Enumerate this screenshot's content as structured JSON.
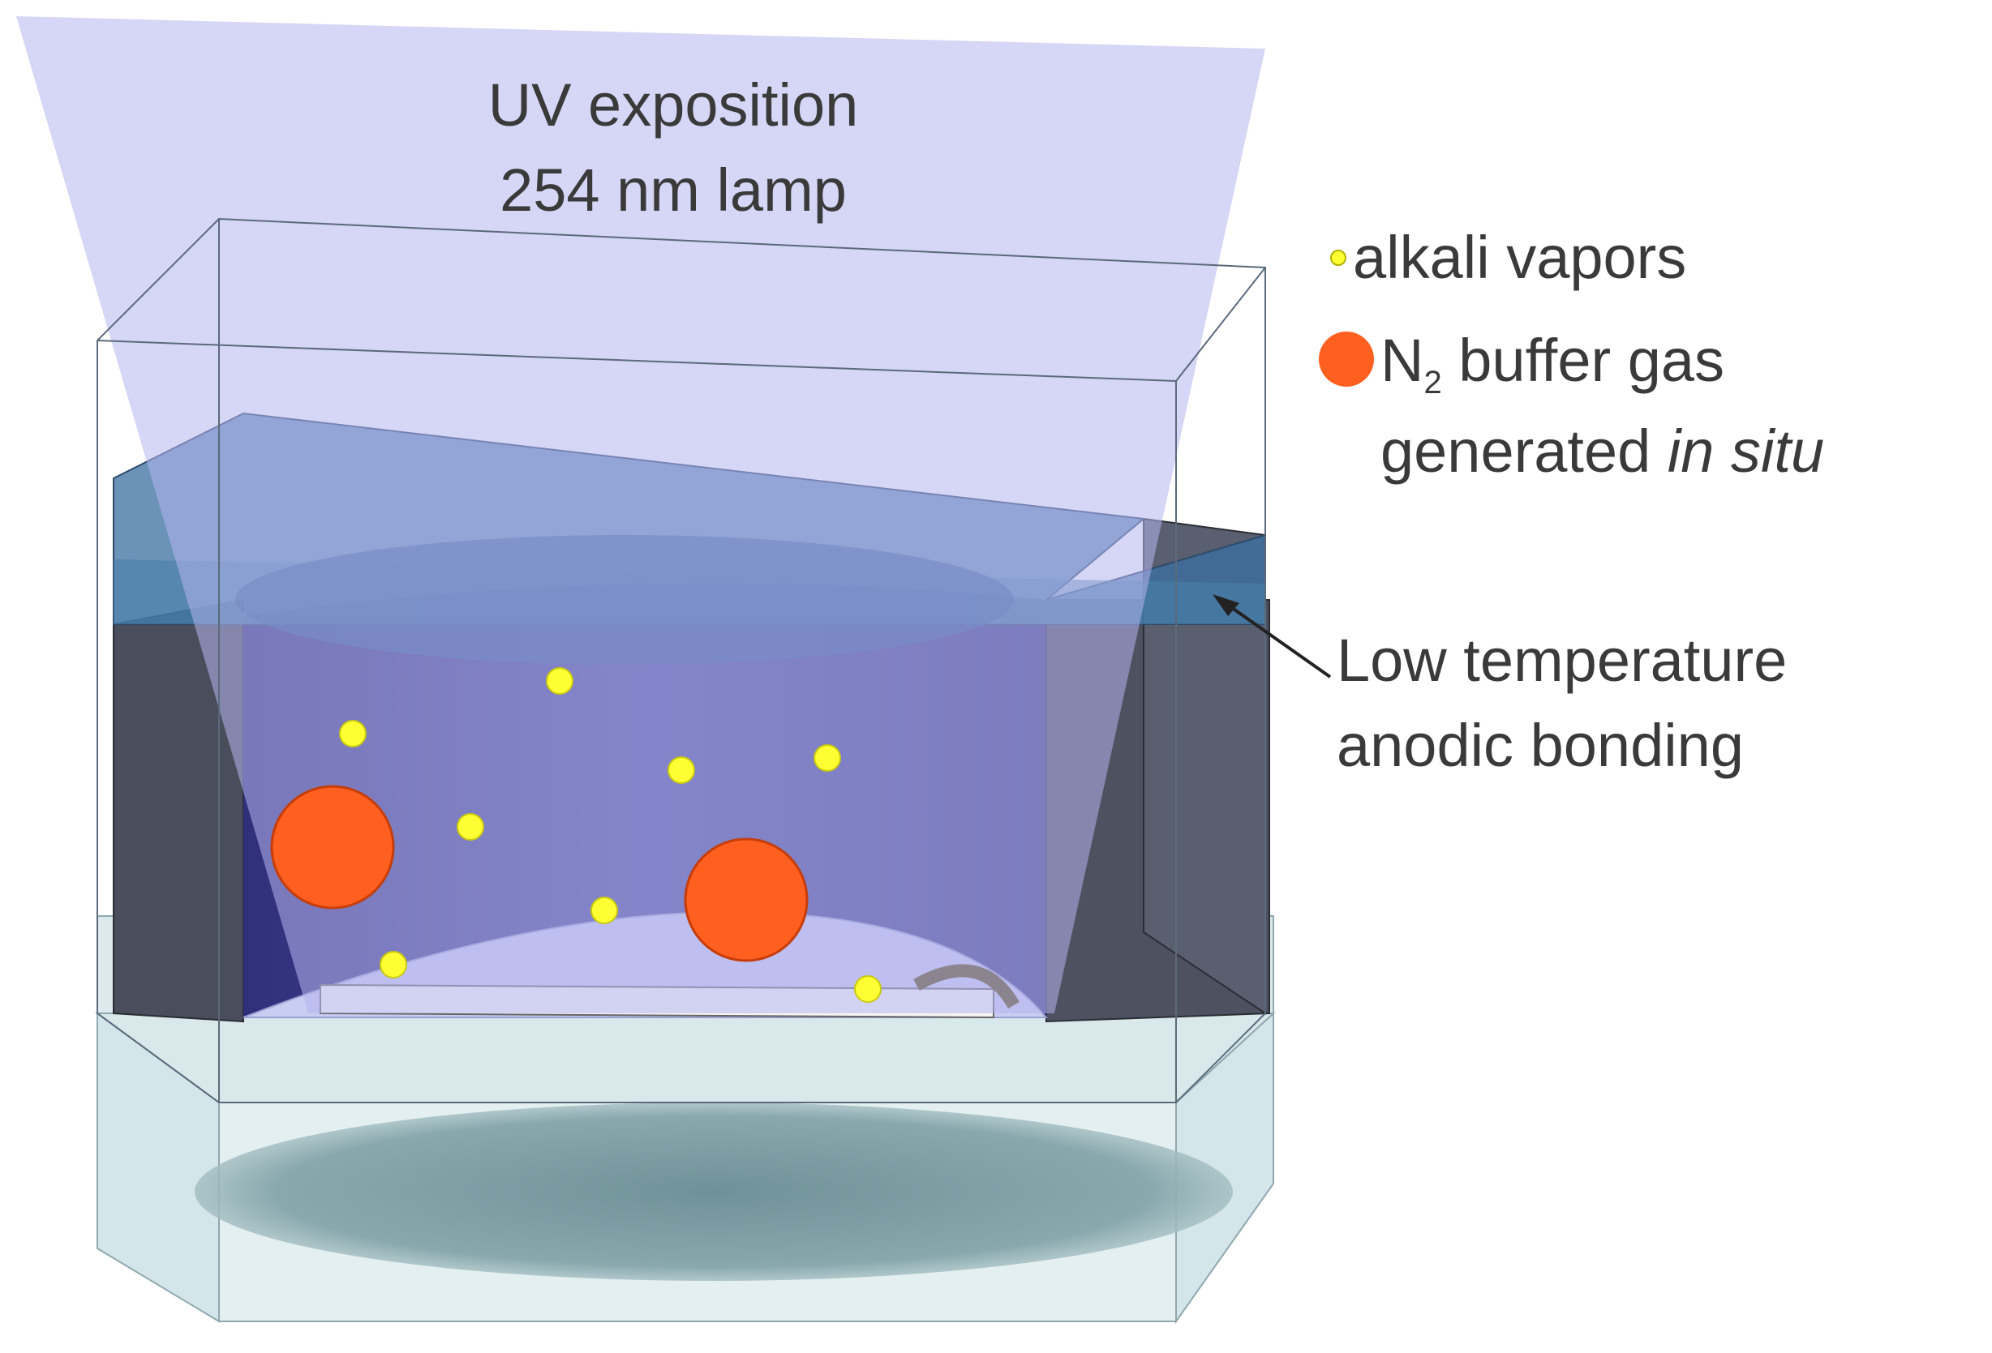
{
  "uv_source": {
    "line1": "UV exposition",
    "line2": "254 nm lamp"
  },
  "legend": {
    "alkali_label": "alkali vapors",
    "n2_symbol": "N",
    "n2_subscript": "2",
    "n2_text": " buffer gas",
    "generated_prefix": "generated ",
    "generated_italic": "in situ"
  },
  "bonding_annotation": {
    "line1": "Low temperature",
    "line2": "anodic bonding"
  },
  "colors": {
    "uv_light": "#c8c8f0",
    "cavity": "#3c3c8c",
    "silicon_frame": "#4a4e5c",
    "glass_plate": "#a8d4dc",
    "n2_bubble": "#ff5f1f",
    "alkali_dot": "#ffff33",
    "text": "#3a3a3a"
  }
}
